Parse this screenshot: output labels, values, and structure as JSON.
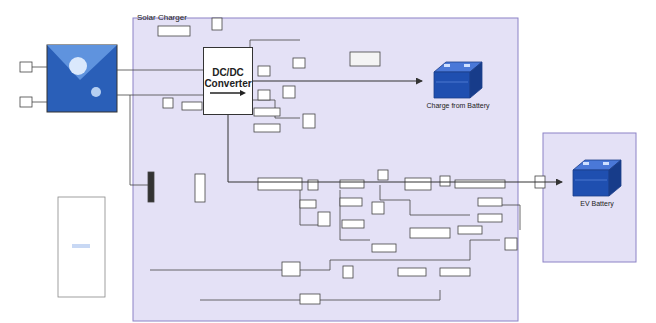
{
  "diagram": {
    "nodes": [
      {
        "text": [
          "Solar Charger"
        ]
      },
      {
        "text": [
          "DC/DC Converter"
        ],
        "in": 0
      },
      {
        "text": [
          "Charge from Battery"
        ],
        "in": 0
      },
      {
        "text": [
          "EV Battery"
        ]
      }
    ],
    "edges": [
      {
        "from": 1,
        "to": 2,
        "arrow": "to"
      },
      {
        "from": 1,
        "to": 3,
        "arrow": "to"
      }
    ]
  }
}
